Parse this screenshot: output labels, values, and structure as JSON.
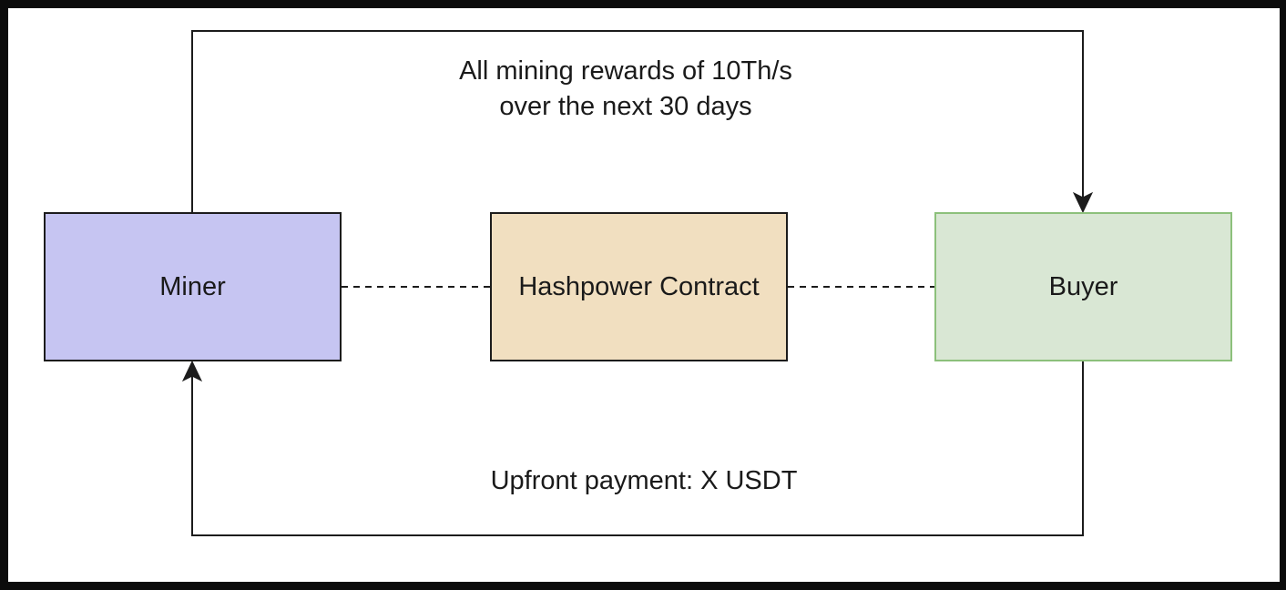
{
  "nodes": {
    "miner": "Miner",
    "contract": "Hashpower Contract",
    "buyer": "Buyer"
  },
  "edges": {
    "rewards_line1": "All mining rewards of 10Th/s",
    "rewards_line2": "over the next 30 days",
    "payment": "Upfront payment: X USDT"
  },
  "colors": {
    "miner_fill": "#c6c5f2",
    "contract_fill": "#f1dfc0",
    "buyer_fill": "#d9e7d4",
    "buyer_border": "#8cc07b",
    "line": "#1c1c1c"
  }
}
